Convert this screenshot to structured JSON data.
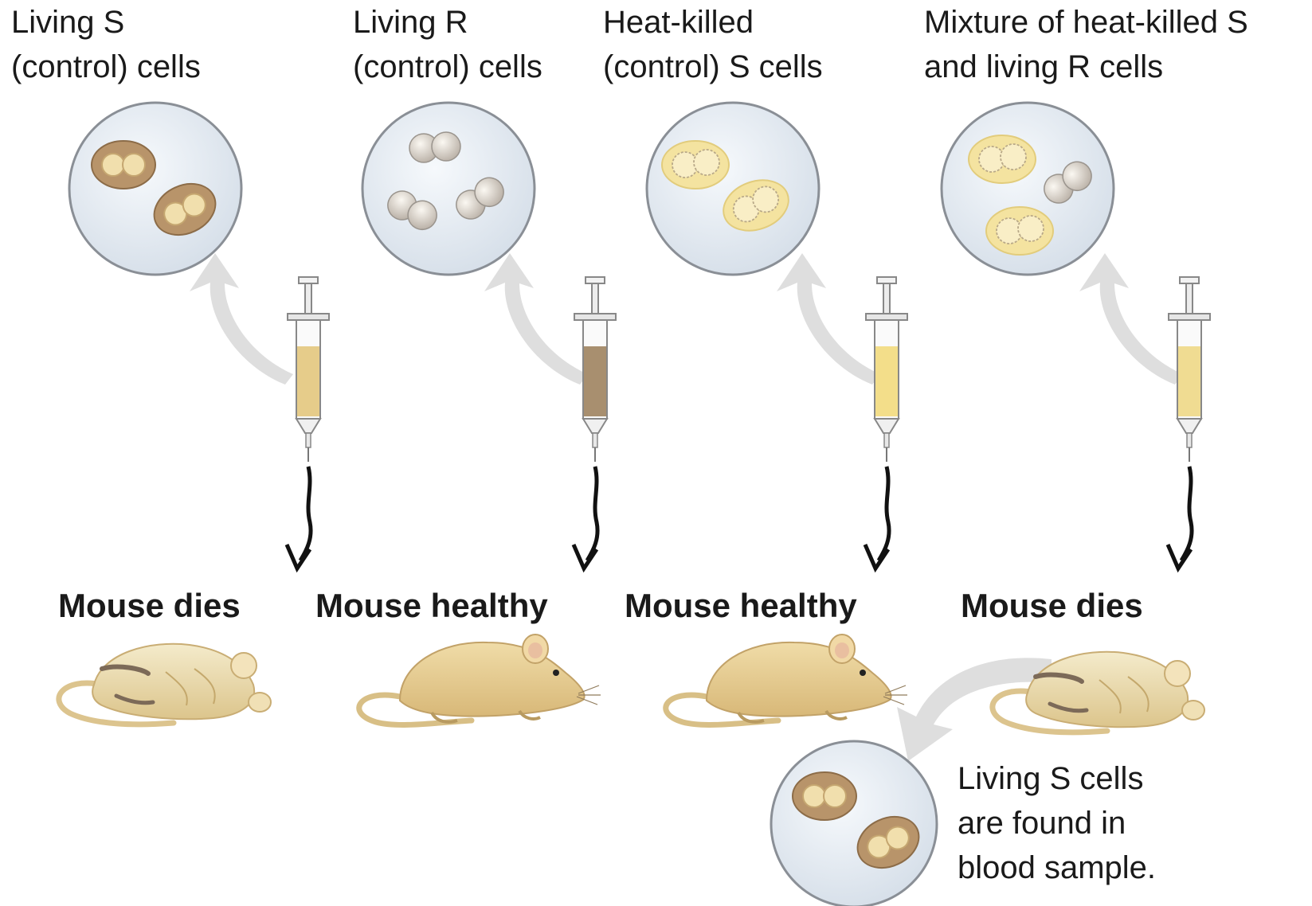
{
  "panels": [
    {
      "label": "Living S\n(control) cells",
      "result": "Mouse dies",
      "mouse_state": "dead",
      "syringe_fluid": "#e6cc8a",
      "dish_cells": [
        "S-living",
        "S-living"
      ]
    },
    {
      "label": "Living R\n(control) cells",
      "result": "Mouse healthy",
      "mouse_state": "healthy",
      "syringe_fluid": "#a88f6f",
      "dish_cells": [
        "R-living",
        "R-living",
        "R-living"
      ]
    },
    {
      "label": "Heat-killed\n(control) S cells",
      "result": "Mouse healthy",
      "mouse_state": "healthy",
      "syringe_fluid": "#f3de8a",
      "dish_cells": [
        "S-heat-killed",
        "S-heat-killed"
      ]
    },
    {
      "label": "Mixture of heat-killed S\nand living R cells",
      "result": "Mouse dies",
      "mouse_state": "dead",
      "syringe_fluid": "#f0dc92",
      "dish_cells": [
        "S-heat-killed",
        "R-living",
        "S-heat-killed"
      ]
    }
  ],
  "blood_sample": {
    "caption": "Living S cells\nare found in\nblood sample.",
    "dish_cells": [
      "S-living",
      "S-living"
    ]
  },
  "colors": {
    "dish_fill": "#e8eff6",
    "dish_rim": "#8a8f96",
    "s_capsule": "#b8946a",
    "heat_killed_capsule": "#f4e3a0",
    "r_cell": "#cfc8c0",
    "mouse_body": "#e7cd92",
    "curved_arrow": "#dedede"
  }
}
